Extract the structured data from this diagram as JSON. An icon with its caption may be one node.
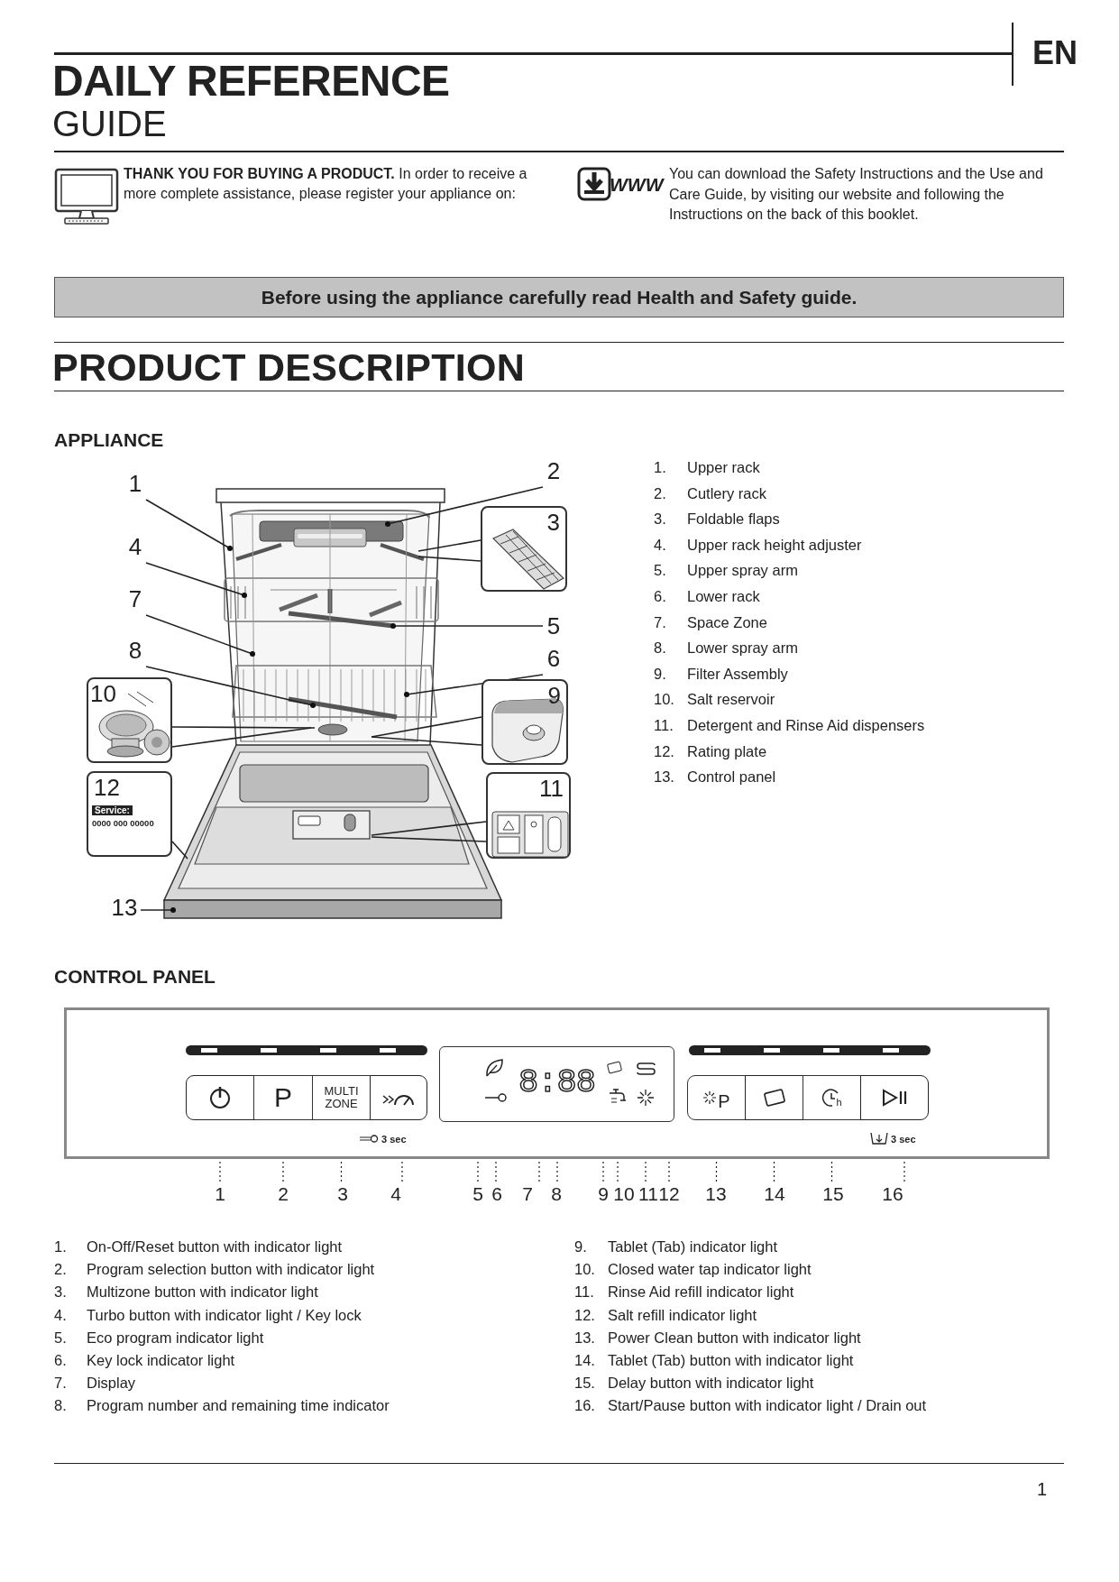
{
  "diagram": {
    "title": "**DAILY REFERENCE** GUIDE",
    "nodes": [
      {
        "text": [
          "Before using the appliance carefully read Health and Safety guide."
        ]
      },
      {
        "text": [
          "1"
        ]
      },
      {
        "text": [
          "2"
        ]
      },
      {
        "text": [
          "3"
        ]
      },
      {
        "text": [
          "4"
        ]
      },
      {
        "text": [
          "7"
        ]
      },
      {
        "text": [
          "5"
        ]
      },
      {
        "text": [
          "8"
        ]
      },
      {
        "text": [
          "6"
        ]
      },
      {
        "text": [
          "10"
        ]
      },
      {
        "text": [
          "9"
        ]
      },
      {
        "text": [
          "12",
          "Service:",
          "0000 000 00000"
        ]
      },
      {
        "text": [
          "11"
        ]
      },
      {
        "text": [
          "13"
        ]
      },
      {
        "text": [],
        "shape": "box"
      },
      {
        "text": [],
        "shape": "box",
        "in": 14
      },
      {
        "text": [
          "P"
        ],
        "in": 14
      },
      {
        "text": [
          "MULTI ZONE"
        ],
        "in": 14
      },
      {
        "text": [],
        "shape": "box",
        "in": 14
      },
      {
        "text": [
          "3 sec"
        ],
        "in": 14
      },
      {
        "text": [],
        "shape": "box",
        "in": 14
      },
      {
        "text": [],
        "shape": "icon",
        "in": 20
      },
      {
        "text": [],
        "shape": "icon",
        "in": 20
      },
      {
        "text": [
          "8:88"
        ],
        "in": 20
      },
      {
        "text": [],
        "shape": "box",
        "in": 20
      },
      {
        "text": [],
        "shape": "icon",
        "in": 20
      },
      {
        "text": [],
        "shape": "icon",
        "in": 20
      },
      {
        "text": [],
        "shape": "icon",
        "in": 20
      },
      {
        "text": [
          "P"
        ],
        "in": 14
      },
      {
        "text": [],
        "shape": "box",
        "in": 14
      },
      {
        "text": [
          "h"
        ],
        "in": 14
      },
      {
        "text": [],
        "shape": "box",
        "in": 14
      },
      {
        "text": [
          "3 sec"
        ],
        "in": 14
      },
      {
        "text": [
          "1"
        ]
      },
      {
        "text": [
          "2"
        ]
      },
      {
        "text": [
          "3"
        ]
      },
      {
        "text": [
          "4"
        ]
      },
      {
        "text": [
          "5"
        ]
      },
      {
        "text": [
          "6"
        ]
      },
      {
        "text": [
          "7"
        ]
      },
      {
        "text": [
          "8"
        ]
      },
      {
        "text": [
          "9"
        ]
      },
      {
        "text": [
          "10"
        ]
      },
      {
        "text": [
          "11"
        ]
      },
      {
        "text": [
          "12"
        ]
      },
      {
        "text": [
          "13"
        ]
      },
      {
        "text": [
          "14"
        ]
      },
      {
        "text": [
          "15"
        ]
      },
      {
        "text": [
          "16"
        ]
      }
    ],
    "edges": [
      {
        "from": 1,
        "to": null,
        "arrow": "other"
      },
      {
        "from": 2,
        "to": null,
        "arrow": "other"
      },
      {
        "from": 3,
        "to": null,
        "arrow": "none"
      },
      {
        "from": 3,
        "to": null,
        "arrow": "none"
      },
      {
        "from": 4,
        "to": null,
        "arrow": "other"
      },
      {
        "from": 5,
        "to": null,
        "arrow": "other"
      },
      {
        "from": 6,
        "to": null,
        "arrow": "other"
      },
      {
        "from": 7,
        "to": null,
        "arrow": "other"
      },
      {
        "from": 8,
        "to": null,
        "arrow": "other"
      },
      {
        "from": 9,
        "to": null,
        "arrow": "none"
      },
      {
        "from": 9,
        "to": null,
        "arrow": "none"
      },
      {
        "from": 10,
        "to": null,
        "arrow": "none"
      },
      {
        "from": 10,
        "to": null,
        "arrow": "none"
      },
      {
        "from": 11,
        "to": null,
        "arrow": "none"
      },
      {
        "from": 12,
        "to": null,
        "arrow": "none"
      },
      {
        "from": 12,
        "to": null,
        "arrow": "none"
      },
      {
        "from": 13,
        "to": null,
        "arrow": "other"
      },
      {
        "from": 33,
        "to": 15,
        "arrow": "none",
        "style": "dashed"
      },
      {
        "from": 34,
        "to": 16,
        "arrow": "none",
        "style": "dashed"
      },
      {
        "from": 35,
        "to": 17,
        "arrow": "none",
        "style": "dashed"
      },
      {
        "from": 36,
        "to": 19,
        "arrow": "none",
        "style": "dashed"
      },
      {
        "from": 37,
        "to": 21,
        "arrow": "none",
        "style": "dashed"
      },
      {
        "from": 38,
        "to": 22,
        "arrow": "none",
        "style": "dashed"
      },
      {
        "from": 39,
        "to": 20,
        "arrow": "none",
        "style": "dashed"
      },
      {
        "from": 40,
        "to": 23,
        "arrow": "none",
        "style": "dashed"
      },
      {
        "from": 41,
        "to": 24,
        "arrow": "none",
        "style": "dashed"
      },
      {
        "from": 42,
        "to": 25,
        "arrow": "none",
        "style": "dashed"
      },
      {
        "from": 43,
        "to": 26,
        "arrow": "none",
        "style": "dashed"
      },
      {
        "from": 44,
        "to": 27,
        "arrow": "none",
        "style": "dashed"
      },
      {
        "from": 45,
        "to": 28,
        "arrow": "none",
        "style": "dashed"
      },
      {
        "from": 46,
        "to": 29,
        "arrow": "none",
        "style": "dashed"
      },
      {
        "from": 47,
        "to": 30,
        "arrow": "none",
        "style": "dashed"
      },
      {
        "from": 48,
        "to": 32,
        "arrow": "none",
        "style": "dashed"
      }
    ],
    "labels": [
      "EN",
      "**THANK YOU FOR BUYING A PRODUCT.** In order to receive a more complete assistance, please register your appliance on:",
      "WWW",
      "You can download the Safety Instructions and the Use and Care Guide, by visiting our website and following the Instructions on the back of this booklet.",
      "PRODUCT DESCRIPTION",
      "APPLIANCE",
      "1.",
      "Upper rack",
      "2.",
      "Cutlery rack",
      "3.",
      "Foldable flaps",
      "4.",
      "Upper rack height adjuster",
      "5.",
      "Upper spray arm",
      "6.",
      "Lower rack",
      "7.",
      "Space Zone",
      "8.",
      "Lower spray arm",
      "9.",
      "Filter Assembly",
      "10.",
      "Salt reservoir",
      "11.",
      "Detergent and Rinse Aid dispensers",
      "12.",
      "Rating plate",
      "13.",
      "Control panel",
      "CONTROL PANEL",
      "1.",
      "On-Off/Reset button with indicator light",
      "2.",
      "Program selection button with indicator light",
      "3.",
      "Multizone button with indicator light",
      "4.",
      "Turbo button with indicator light / Key lock",
      "5.",
      "Eco program indicator light",
      "6.",
      "Key lock indicator light",
      "7.",
      "Display",
      "8.",
      "Program number and remaining time indicator",
      "9.",
      "Tablet (Tab) indicator light",
      "10.",
      "Closed water tap indicator light",
      "11.",
      "Rinse Aid refill indicator light",
      "12.",
      "Salt refill indicator light",
      "13.",
      "Power Clean button with indicator light",
      "14.",
      "Tablet (Tab) button with indicator light",
      "15.",
      "Delay button with indicator light",
      "16.",
      "Start/Pause button with indicator light / Drain out",
      "1"
    ]
  }
}
